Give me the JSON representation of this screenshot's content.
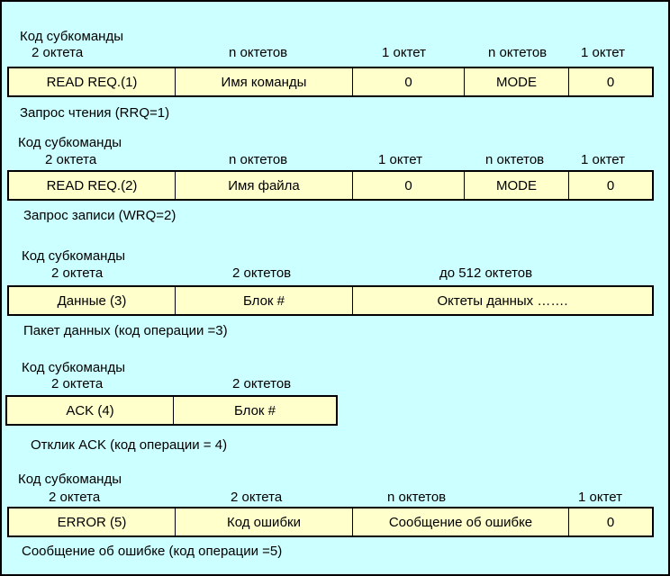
{
  "sections": [
    {
      "title": "Код субкоманды",
      "sizes": [
        "2 октета",
        "n октетов",
        "1 октет",
        "n октетов",
        "1 октет"
      ],
      "cells": [
        "READ REQ.(1)",
        "Имя команды",
        "0",
        "MODE",
        "0"
      ],
      "caption": "Запрос чтения (RRQ=1)"
    },
    {
      "title": "Код субкоманды",
      "sizes": [
        "2 октета",
        "n октетов",
        "1 октет",
        "n октетов",
        "1 октет"
      ],
      "cells": [
        "READ REQ.(2)",
        "Имя файла",
        "0",
        "MODE",
        "0"
      ],
      "caption": "Запрос записи (WRQ=2)"
    },
    {
      "title": "Код субкоманды",
      "sizes": [
        "2 октета",
        "2 октетов",
        "до 512 октетов"
      ],
      "cells": [
        "Данные (3)",
        "Блок  #",
        "Октеты данных   ……."
      ],
      "caption": "Пакет данных (код операции =3)"
    },
    {
      "title": "Код субкоманды",
      "sizes": [
        "2 октета",
        "2 октетов"
      ],
      "cells": [
        "ACK (4)",
        "Блок   #"
      ],
      "caption": "Отклик ACK (код операции = 4)"
    },
    {
      "title": "Код субкоманды",
      "sizes": [
        "2 октета",
        "2 октета",
        "n октетов",
        "1 октет"
      ],
      "cells": [
        "ERROR  (5)",
        "Код ошибки",
        "Сообщение об ошибке",
        "0"
      ],
      "caption": "Сообщение об ошибке (код операции =5)"
    }
  ],
  "colors": {
    "background": "#ccffff",
    "cell_fill": "#ffffcc",
    "border": "#000000"
  }
}
